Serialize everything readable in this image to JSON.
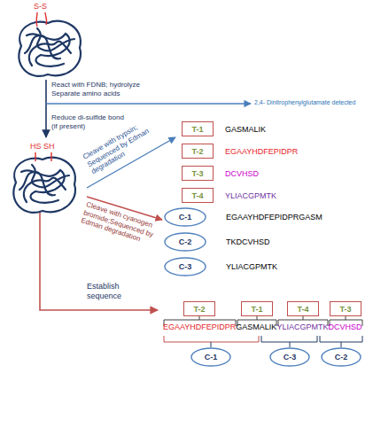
{
  "diagram": {
    "nodes": [
      {
        "text": [
          "T-1",
          "GASMALIK"
        ]
      },
      {
        "text": [
          "T-2",
          "EGAAYHDFEPIDPR"
        ]
      },
      {
        "text": [
          "T-3",
          "DCVHSD"
        ]
      },
      {
        "text": [
          "T-4",
          "YLIACGPMTK"
        ]
      },
      {
        "text": [
          "C-1",
          "EGAAYHDFEPIDPRGASM"
        ]
      },
      {
        "text": [
          "C-2",
          "TKDCVHSD"
        ]
      },
      {
        "text": [
          "C-3",
          "YLIACGPMTK"
        ]
      },
      {
        "text": [
          "T-2"
        ]
      },
      {
        "text": [
          "T-1"
        ]
      },
      {
        "text": [
          "T-4"
        ]
      },
      {
        "text": [
          "T-3"
        ]
      },
      {
        "text": [
          "C-1"
        ]
      },
      {
        "text": [
          "C-3"
        ]
      },
      {
        "text": [
          "C-2"
        ]
      }
    ],
    "labels": [
      "S-S",
      "React with FDNB; hydrolyze",
      "Separate amino acids",
      "2,4- Dinitrophenylglutamate detected",
      "Reduce di-sulfide bond",
      "(if present)",
      "HS SH",
      "Cleave with trypsin; Sequenced by Edman degradation",
      "Cleave with cyanogen bromide;Sequenced by Edman degradation",
      "Establish sequence",
      "EGAAYHDFEPIDPR",
      "GASMALIK",
      "YLIACGPMTK",
      "DCVHSD"
    ]
  }
}
